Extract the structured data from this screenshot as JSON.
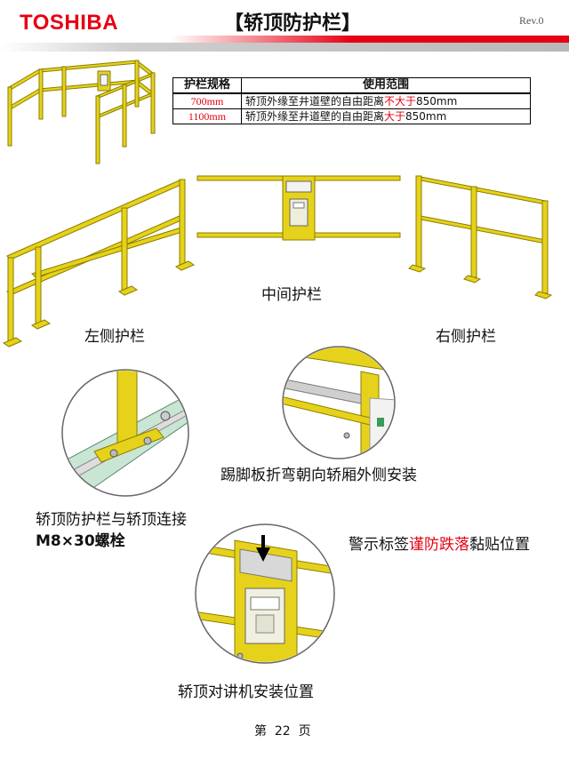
{
  "header": {
    "logo": "TOSHIBA",
    "title": "【轿顶防护栏】",
    "rev": "Rev.0"
  },
  "spec_table": {
    "headers": [
      "护栏规格",
      "使用范围"
    ],
    "rows": [
      {
        "size": "700mm",
        "range_prefix": "轿顶外缘至井道壁的自由距离",
        "range_highlight": "不大于",
        "range_suffix": "850mm"
      },
      {
        "size": "1100mm",
        "range_prefix": "轿顶外缘至井道壁的自由距离",
        "range_highlight": "大于",
        "range_suffix": "850mm"
      }
    ]
  },
  "labels": {
    "middle": "中间护栏",
    "left": "左侧护栏",
    "right": "右侧护栏",
    "kickplate": "踢脚板折弯朝向轿厢外侧安装",
    "connection_line1": "轿顶防护栏与轿顶连接",
    "connection_line2": "M8×30螺栓",
    "warning_prefix": "警示标签",
    "warning_highlight": "谨防跌落",
    "warning_suffix": "黏贴位置",
    "intercom": "轿顶对讲机安装位置"
  },
  "footer": {
    "page": "第  22  页"
  },
  "colors": {
    "brand_red": "#e60012",
    "rail_yellow": "#e6d21a",
    "rail_edge": "#8a7d00"
  }
}
